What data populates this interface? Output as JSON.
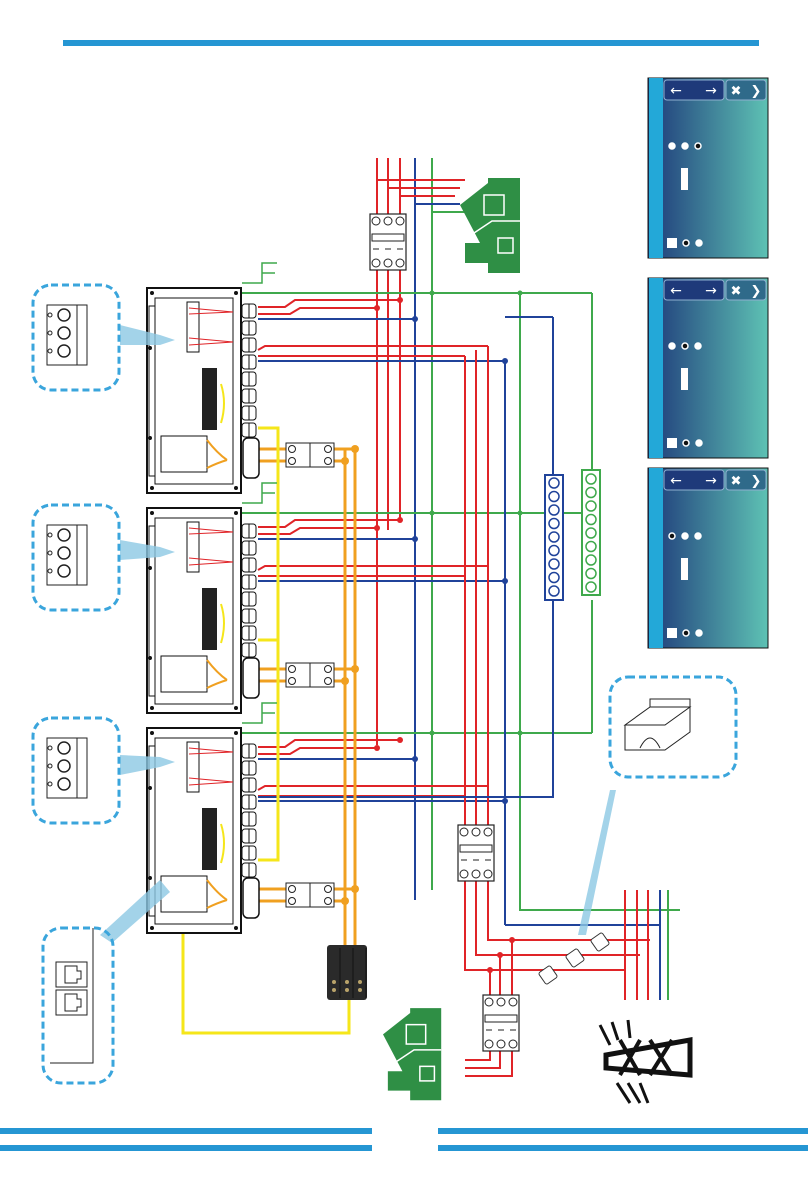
{
  "diagram": {
    "title": "",
    "description": "Three-phase parallel inverter wiring diagram",
    "colors": {
      "accent_bar": "#2596d3",
      "phase": "#e02428",
      "neutral": "#20439a",
      "earth": "#3fa94c",
      "battery": "#f0a020",
      "comm": "#f5e61a",
      "house": "#2f8f45",
      "callout": "#3aa5dc",
      "arrow": "#8cc8e4",
      "screen_dark": "#1e3a7a",
      "screen_light": "#5ec2b4"
    },
    "inverters": [
      {
        "name": "inverter-1"
      },
      {
        "name": "inverter-2"
      },
      {
        "name": "inverter-3"
      }
    ],
    "screens": [
      {
        "dots_top": [
          "filled",
          "filled",
          "ring"
        ],
        "dots_bottom": [
          "ring",
          "filled"
        ]
      },
      {
        "dots_top": [
          "filled",
          "ring",
          "filled"
        ],
        "dots_bottom": [
          "ring",
          "filled"
        ]
      },
      {
        "dots_top": [
          "ring",
          "filled",
          "filled"
        ],
        "dots_bottom": [
          "ring",
          "filled"
        ]
      }
    ],
    "callouts": [
      "terminal-block-detail",
      "terminal-block-detail",
      "terminal-block-detail",
      "rj45-parallel-ports-detail",
      "current-transformer-detail"
    ],
    "components": [
      "load-breaker-top",
      "grid-breaker",
      "load-breaker-bottom",
      "neutral-busbar",
      "earth-busbar",
      "battery-bank",
      "utility-grid-tower",
      "house-load-top",
      "house-load-bottom"
    ]
  }
}
